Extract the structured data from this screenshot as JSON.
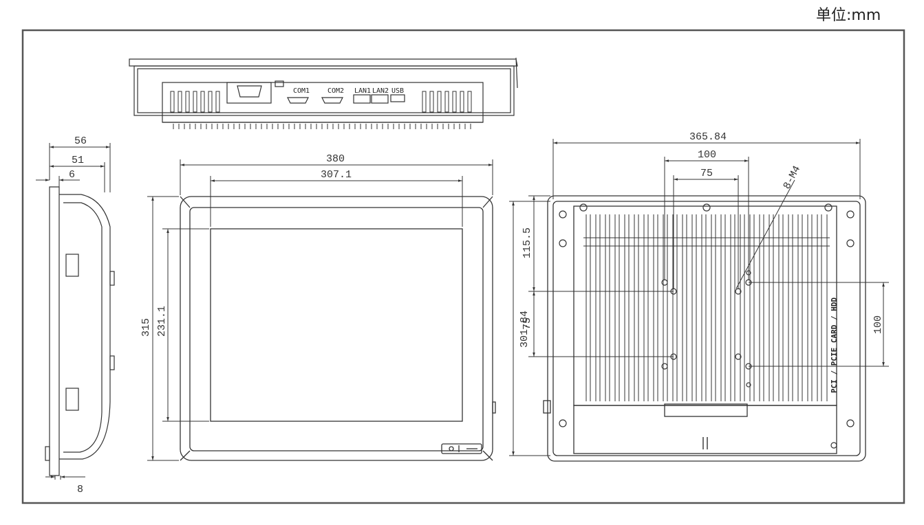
{
  "unit_label": "单位:mm",
  "top_view": {
    "port_labels": [
      "COM1",
      "COM2",
      "LAN1",
      "LAN2",
      "USB"
    ]
  },
  "side_view": {
    "dims": {
      "depth_total": "56",
      "depth_body": "51",
      "bezel": "6",
      "bottom": "8"
    }
  },
  "front_view": {
    "dims": {
      "width": "380",
      "display_width": "307.1",
      "height": "315",
      "display_height": "231.1"
    }
  },
  "rear_view": {
    "dims": {
      "width": "365.84",
      "vesa_100": "100",
      "vesa_75": "75",
      "screw": "8-M4",
      "height": "301.84",
      "top_offset": "115.5",
      "vesa_75_v": "75",
      "vesa_100_v": "100"
    },
    "slot_label": "PCI / PCIE CARD / HDD"
  }
}
